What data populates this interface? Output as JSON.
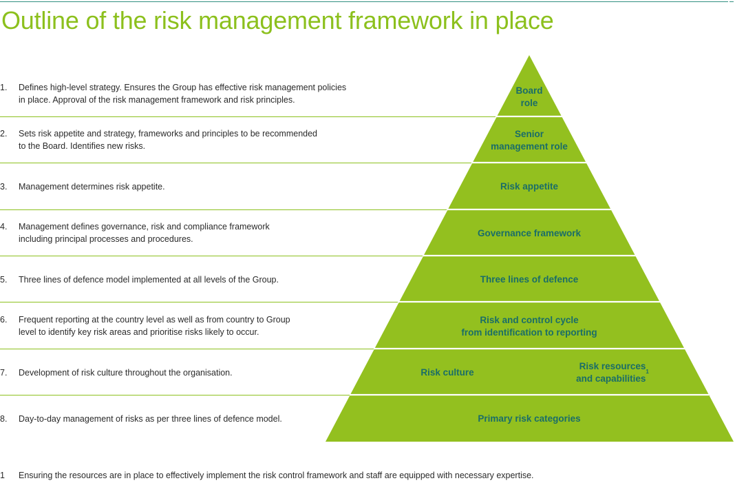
{
  "title": "Outline of the risk management framework in place",
  "steps": [
    {
      "num": "1.",
      "lines": [
        "Defines high-level strategy. Ensures the Group has effective risk management policies",
        "in place. Approval of the risk management framework and risk principles."
      ]
    },
    {
      "num": "2.",
      "lines": [
        "Sets risk appetite and strategy, frameworks and principles to be recommended",
        "to the Board. Identifies new risks."
      ]
    },
    {
      "num": "3.",
      "lines": [
        "Management determines risk appetite."
      ]
    },
    {
      "num": "4.",
      "lines": [
        "Management defines governance, risk and compliance framework",
        "including principal processes and procedures."
      ]
    },
    {
      "num": "5.",
      "lines": [
        "Three lines of defence model implemented at all levels of the Group."
      ]
    },
    {
      "num": "6.",
      "lines": [
        "Frequent reporting at the country level as well as from country to Group",
        "level to identify key risk areas and prioritise risks likely to occur."
      ]
    },
    {
      "num": "7.",
      "lines": [
        "Development of risk culture throughout the organisation."
      ]
    },
    {
      "num": "8.",
      "lines": [
        "Day-to-day management of risks as per three lines of defence model."
      ]
    }
  ],
  "pyramid": {
    "levels": [
      {
        "lines": [
          "Board",
          "role"
        ]
      },
      {
        "lines": [
          "Senior",
          "management role"
        ]
      },
      {
        "lines": [
          "Risk appetite"
        ]
      },
      {
        "lines": [
          "Governance framework"
        ]
      },
      {
        "lines": [
          "Three lines of defence"
        ]
      },
      {
        "lines": [
          "Risk and control cycle",
          "from identification to reporting"
        ]
      },
      {
        "left": "Risk culture",
        "right_lines": [
          "Risk resources",
          "and capabilities"
        ],
        "right_sup": "1"
      },
      {
        "lines": [
          "Primary risk categories"
        ]
      }
    ],
    "fill_color": "#93c01f",
    "label_color": "#1a6d68"
  },
  "footnote": {
    "num": "1",
    "text": "Ensuring the resources are in place to effectively implement the risk control framework and staff are equipped with necessary expertise."
  }
}
